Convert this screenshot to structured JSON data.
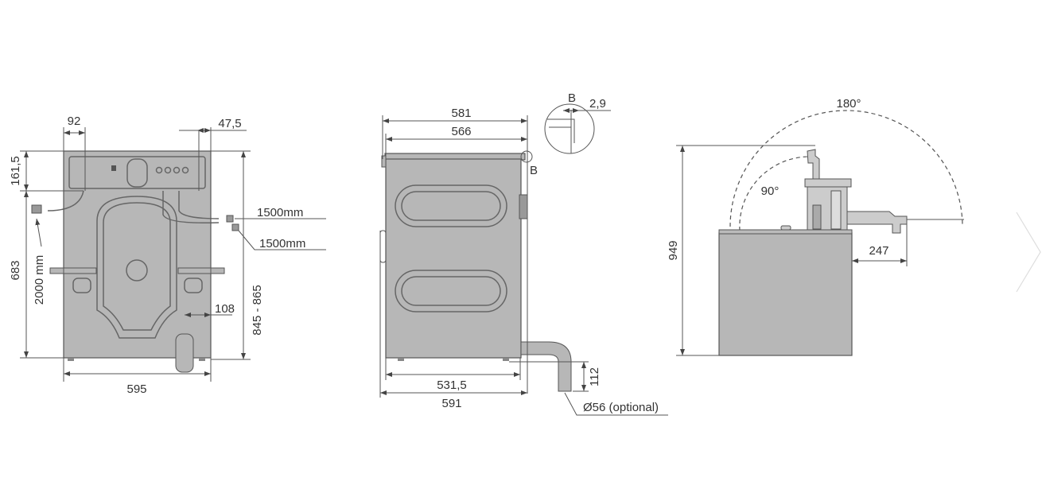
{
  "front_view": {
    "width": "595",
    "top_offset": "92",
    "right_offset": "47,5",
    "panel_height": "161,5",
    "lower_height": "683",
    "cable_length": "2000 mm",
    "height_range": "845 - 865",
    "inlet_hose_1": "1500mm",
    "inlet_hose_2": "1500mm",
    "drain_offset": "108"
  },
  "side_view": {
    "top_depth": "581",
    "body_depth": "566",
    "base_depth": "531,5",
    "total_depth": "591",
    "detail_label": "B",
    "detail_gap": "2,9",
    "detail_marker": "B",
    "drain_height": "112",
    "drain_diameter": "Ø56 (optional)"
  },
  "top_view": {
    "height": "949",
    "angle_max": "180°",
    "angle_min": "90°",
    "drawer_extension": "247"
  },
  "colors": {
    "body": "#b7b7b7",
    "lines": "#555555"
  },
  "navigation": {
    "next_icon": "chevron-right-icon"
  }
}
